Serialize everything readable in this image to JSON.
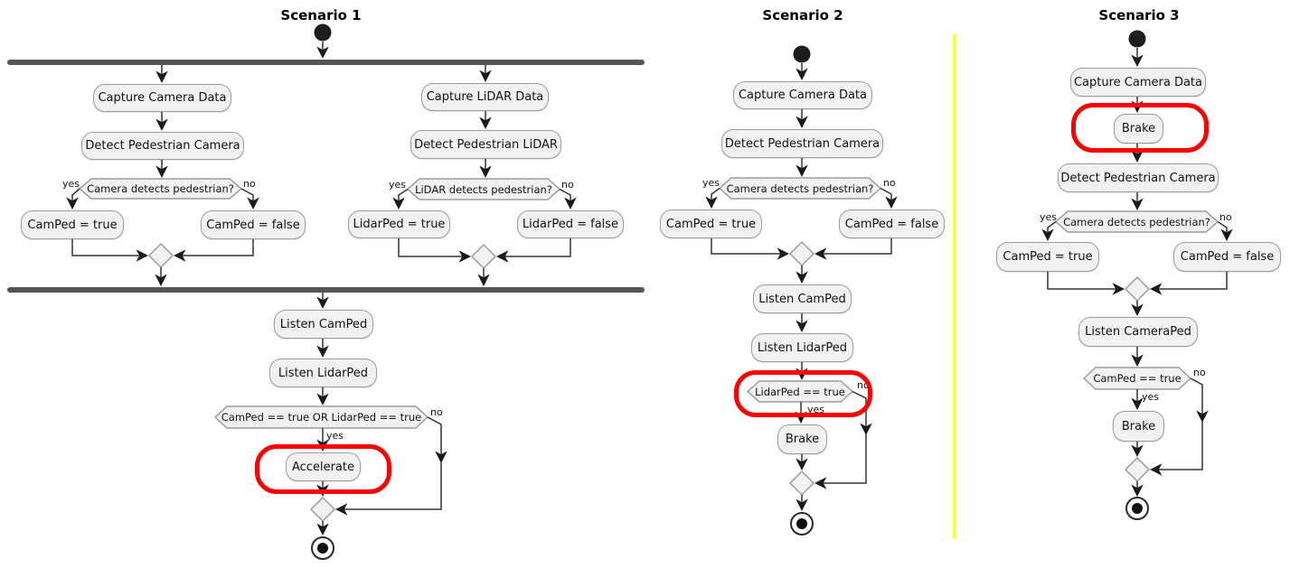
{
  "colors": {
    "node_fill": "#f1f1f1",
    "node_border": "#9c9c9c",
    "fork_join_bar": "#555555",
    "edge_line": "#333333",
    "highlight_red": "#ff0000",
    "divider_yellow": "#ffff00"
  },
  "scenario1": {
    "title": "Scenario 1",
    "nodes": {
      "capture_camera": "Capture Camera Data",
      "detect_ped_camera": "Detect Pedestrian Camera",
      "camera_decision": "Camera detects pedestrian?",
      "camped_true": "CamPed = true",
      "camped_false": "CamPed = false",
      "capture_lidar": "Capture LiDAR Data",
      "detect_ped_lidar": "Detect Pedestrian LiDAR",
      "lidar_decision": "LiDAR detects pedestrian?",
      "lidarped_true": "LidarPed = true",
      "lidarped_false": "LidarPed = false",
      "listen_camped": "Listen CamPed",
      "listen_lidarped": "Listen LidarPed",
      "or_decision": "CamPed == true OR LidarPed == true",
      "accelerate": "Accelerate"
    },
    "edge_labels": {
      "yes": "yes",
      "no": "no"
    }
  },
  "scenario2": {
    "title": "Scenario 2",
    "nodes": {
      "capture_camera": "Capture Camera Data",
      "detect_ped_camera": "Detect Pedestrian Camera",
      "camera_decision": "Camera detects pedestrian?",
      "camped_true": "CamPed = true",
      "camped_false": "CamPed = false",
      "listen_camped": "Listen CamPed",
      "listen_lidarped": "Listen LidarPed",
      "lidarped_eq_decision": "LidarPed == true",
      "brake": "Brake"
    },
    "edge_labels": {
      "yes": "yes",
      "no": "no"
    }
  },
  "scenario3": {
    "title": "Scenario 3",
    "nodes": {
      "capture_camera": "Capture Camera Data",
      "brake_top": "Brake",
      "detect_ped_camera": "Detect Pedestrian Camera",
      "camera_decision": "Camera detects pedestrian?",
      "camped_true": "CamPed = true",
      "camped_false": "CamPed = false",
      "listen_cameraped": "Listen CameraPed",
      "camped_eq_decision": "CamPed == true",
      "brake_bottom": "Brake"
    },
    "edge_labels": {
      "yes": "yes",
      "no": "no"
    }
  }
}
